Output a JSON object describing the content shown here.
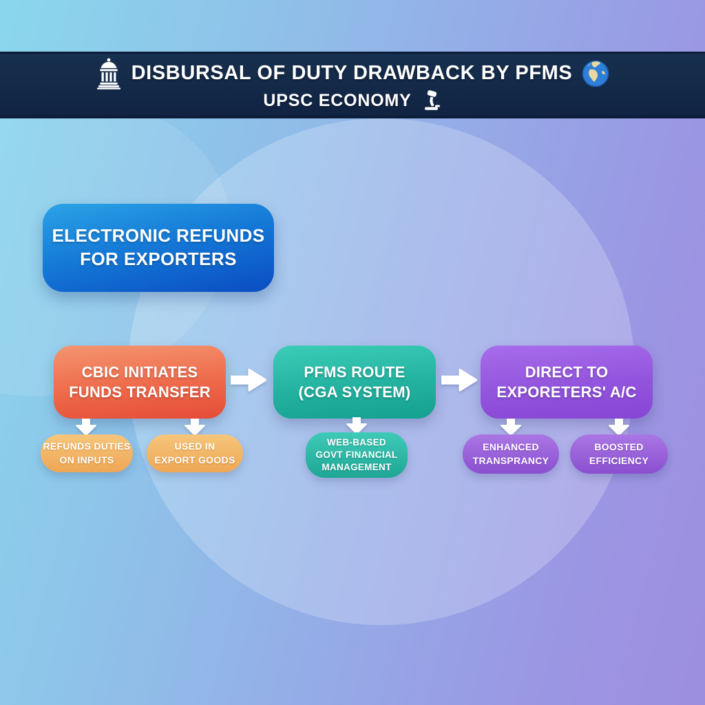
{
  "header": {
    "title": "DISBURSAL OF DUTY DRAWBACK BY PFMS",
    "subtitle": "UPSC ECONOMY",
    "title_icon_left": "bank-icon",
    "title_icon_right": "globe-icon",
    "subtitle_icon": "gavel-icon"
  },
  "intro_box": {
    "lines": [
      "ELECTRONIC REFUNDS",
      "FOR EXPORTERS"
    ]
  },
  "flow": {
    "steps": [
      {
        "id": "cbic",
        "lines": [
          "CBIC INITIATES",
          "FUNDS TRANSFER"
        ],
        "children": [
          {
            "lines": [
              "REFUNDS DUTIES",
              "ON INPUTS"
            ]
          },
          {
            "lines": [
              "USED IN",
              "EXPORT GOODS"
            ]
          }
        ]
      },
      {
        "id": "pfms",
        "lines": [
          "PFMS ROUTE",
          "(CGA SYSTEM)"
        ],
        "children": [
          {
            "lines": [
              "WEB-BASED",
              "GOVT FINANCIAL",
              "MANAGEMENT"
            ]
          }
        ]
      },
      {
        "id": "direct",
        "lines": [
          "DIRECT TO",
          "EXPORETERS' A/C"
        ],
        "children": [
          {
            "lines": [
              "ENHANCED",
              "TRANSPRANCY"
            ]
          },
          {
            "lines": [
              "BOOSTED",
              "EFFICIENCY"
            ]
          }
        ]
      }
    ]
  },
  "colors": {
    "header_bg": "#14294a",
    "intro_top": "#2ba3e6",
    "intro_bottom": "#0a4cc2",
    "step_cbic_top": "#f49570",
    "step_cbic_bottom": "#e54c38",
    "step_pfms_top": "#3bcdb8",
    "step_pfms_bottom": "#15a090",
    "step_direct_top": "#a76ceb",
    "step_direct_bottom": "#8745d5",
    "pill_orange_top": "#f6c67c",
    "pill_orange_bottom": "#eea654",
    "pill_teal_top": "#3fcab8",
    "pill_teal_bottom": "#1fa695",
    "pill_purple_top": "#aa76e4",
    "pill_purple_bottom": "#8a4fd0",
    "background_top_left": "#8ad7ec",
    "background_bottom_right": "#9d8edf",
    "arrow": "#ffffff",
    "text": "#ffffff"
  }
}
